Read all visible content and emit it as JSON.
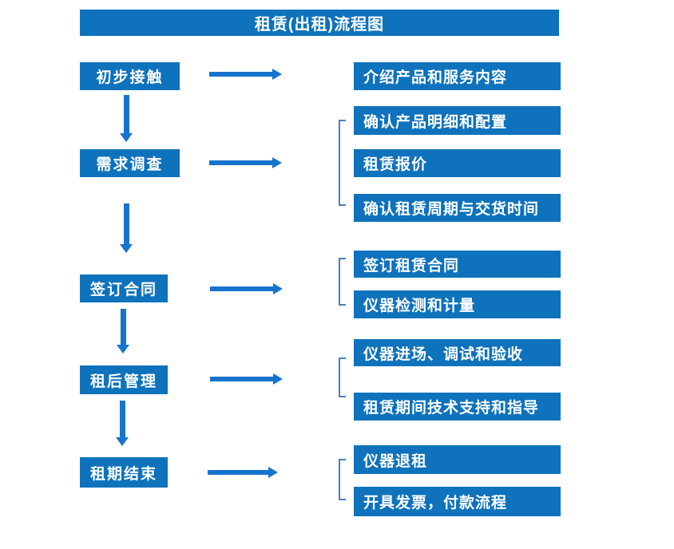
{
  "title": "租赁(出租)流程图",
  "colors": {
    "primary": "#0E72BC",
    "arrow": "#1673CE",
    "bracket": "#4A7FBC",
    "boxtext": "#FFFFFF"
  },
  "steps": [
    {
      "label": "初步接触",
      "details": [
        "介绍产品和服务内容"
      ]
    },
    {
      "label": "需求调查",
      "details": [
        "确认产品明细和配置",
        "租赁报价",
        "确认租赁周期与交货时间"
      ]
    },
    {
      "label": "签订合同",
      "details": [
        "签订租赁合同",
        "仪器检测和计量"
      ]
    },
    {
      "label": "租后管理",
      "details": [
        "仪器进场、调试和验收",
        "租赁期间技术支持和指导"
      ]
    },
    {
      "label": "租期结束",
      "details": [
        "仪器退租",
        "开具发票，付款流程"
      ]
    }
  ]
}
